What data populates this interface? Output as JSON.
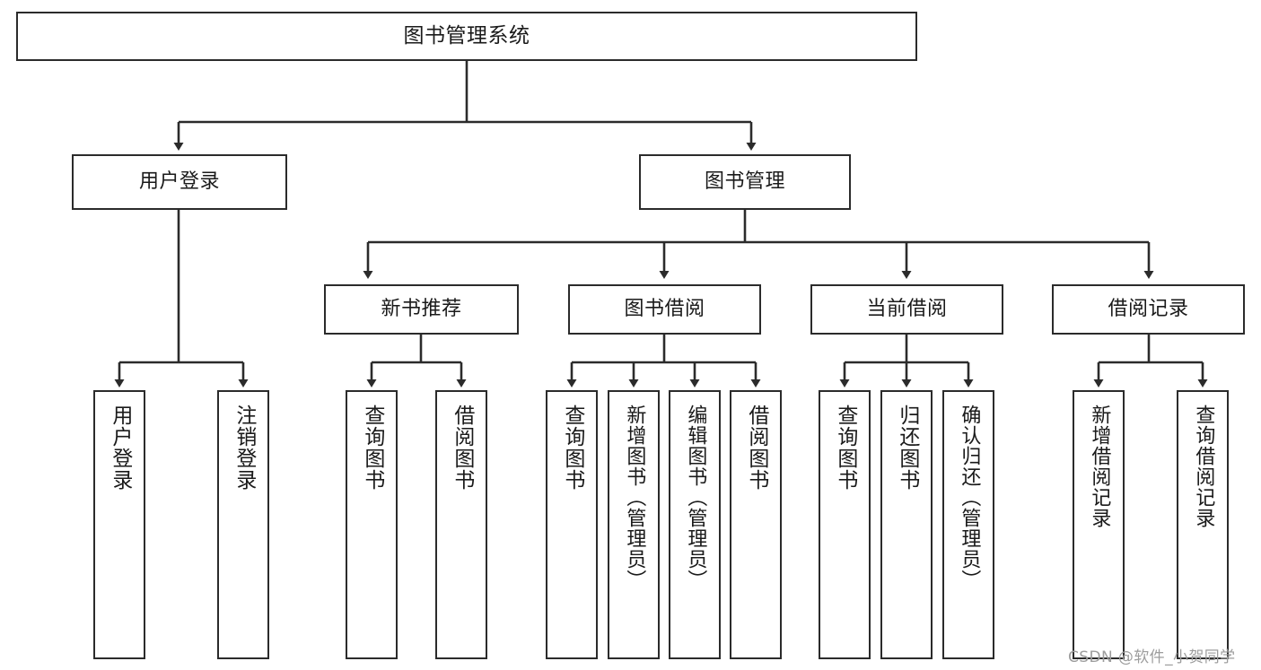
{
  "diagram": {
    "title": "图书管理系统",
    "type": "功能结构图",
    "root": {
      "label": "图书管理系统"
    },
    "level2": [
      {
        "label": "用户登录"
      },
      {
        "label": "图书管理"
      }
    ],
    "level3": [
      {
        "label": "新书推荐"
      },
      {
        "label": "图书借阅"
      },
      {
        "label": "当前借阅"
      },
      {
        "label": "借阅记录"
      }
    ],
    "leaves": {
      "user_login": [
        {
          "label": "用户登录"
        },
        {
          "label": "注销登录"
        }
      ],
      "new_book_recommend": [
        {
          "label": "查询图书"
        },
        {
          "label": "借阅图书"
        }
      ],
      "book_borrow": [
        {
          "label": "查询图书"
        },
        {
          "label": "新增图书（管理员）"
        },
        {
          "label": "编辑图书（管理员）"
        },
        {
          "label": "借阅图书"
        }
      ],
      "current_borrow": [
        {
          "label": "查询图书"
        },
        {
          "label": "归还图书"
        },
        {
          "label": "确认归还（管理员）"
        }
      ],
      "borrow_record": [
        {
          "label": "新增借阅记录"
        },
        {
          "label": "查询借阅记录"
        }
      ]
    }
  },
  "watermark": {
    "text": "CSDN @软件_小贺同学"
  },
  "colors": {
    "stroke": "#2b2b2b",
    "fill": "#ffffff",
    "text": "#1a1a1a",
    "watermark": "#9d9d9d"
  }
}
